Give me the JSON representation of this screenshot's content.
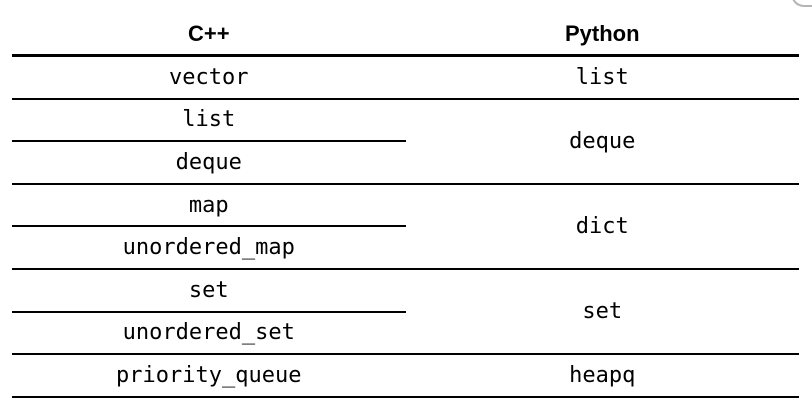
{
  "table": {
    "columns": [
      "C++",
      "Python"
    ],
    "groups": [
      {
        "cpp": [
          "vector"
        ],
        "python": "list"
      },
      {
        "cpp": [
          "list",
          "deque"
        ],
        "python": "deque"
      },
      {
        "cpp": [
          "map",
          "unordered_map"
        ],
        "python": "dict"
      },
      {
        "cpp": [
          "set",
          "unordered_set"
        ],
        "python": "set"
      },
      {
        "cpp": [
          "priority_queue"
        ],
        "python": "heapq"
      }
    ]
  },
  "colors": {
    "text": "#000000",
    "rule": "#000000",
    "background": "#ffffff",
    "corner_fragment": "#b4b4b4"
  }
}
